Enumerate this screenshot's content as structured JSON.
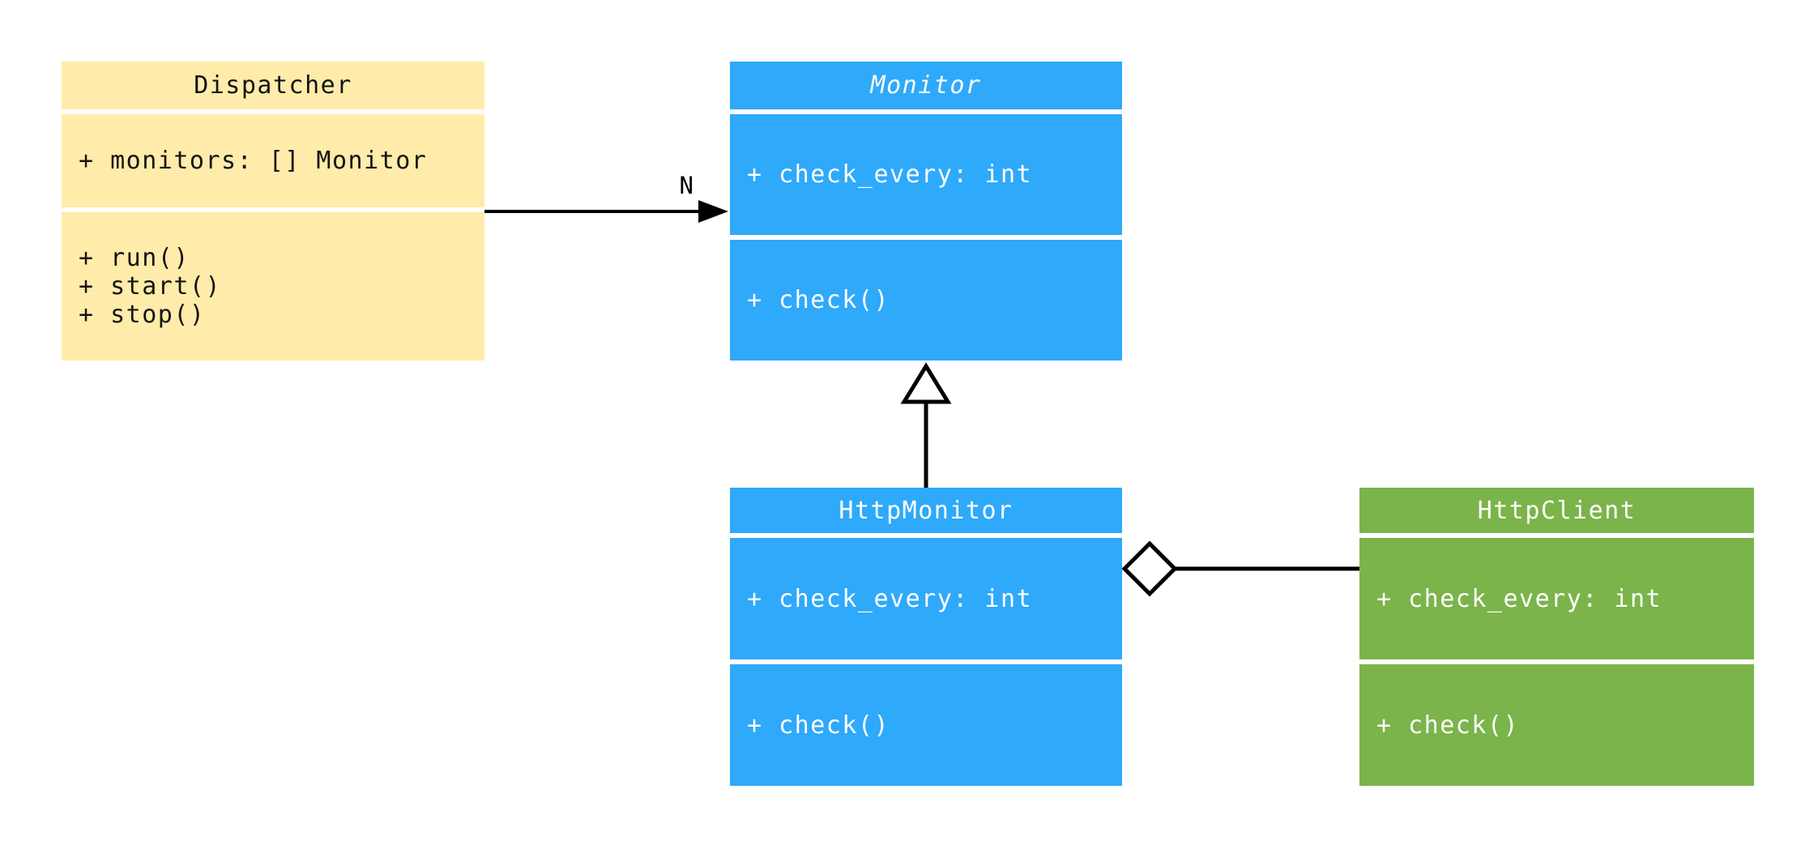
{
  "diagram": {
    "background": "#ffffff",
    "connector": {
      "stroke": "#000000",
      "hollow_fill": "#ffffff",
      "label_color": "#000000"
    },
    "classes": [
      {
        "name": "Dispatcher",
        "abstract": false,
        "fill": "#FFECAA",
        "text_color": "#141414",
        "attributes": [
          "+ monitors: [] Monitor"
        ],
        "methods": [
          "+ run()",
          "+ start()",
          "+ stop()"
        ]
      },
      {
        "name": "Monitor",
        "abstract": true,
        "fill": "#2FA9FA",
        "text_color": "#ffffff",
        "attributes": [
          "+ check_every: int"
        ],
        "methods": [
          "+ check()"
        ]
      },
      {
        "name": "HttpMonitor",
        "abstract": false,
        "fill": "#2FA9FA",
        "text_color": "#ffffff",
        "attributes": [
          "+ check_every: int"
        ],
        "methods": [
          "+ check()"
        ]
      },
      {
        "name": "HttpClient",
        "abstract": false,
        "fill": "#7BB44A",
        "text_color": "#ffffff",
        "attributes": [
          "+ check_every: int"
        ],
        "methods": [
          "+ check()"
        ]
      }
    ],
    "relations": [
      {
        "type": "association",
        "from": "Dispatcher",
        "to": "Monitor",
        "label": "N"
      },
      {
        "type": "inheritance",
        "from": "HttpMonitor",
        "to": "Monitor",
        "label": ""
      },
      {
        "type": "aggregation",
        "from": "HttpMonitor",
        "to": "HttpClient",
        "label": ""
      }
    ]
  }
}
